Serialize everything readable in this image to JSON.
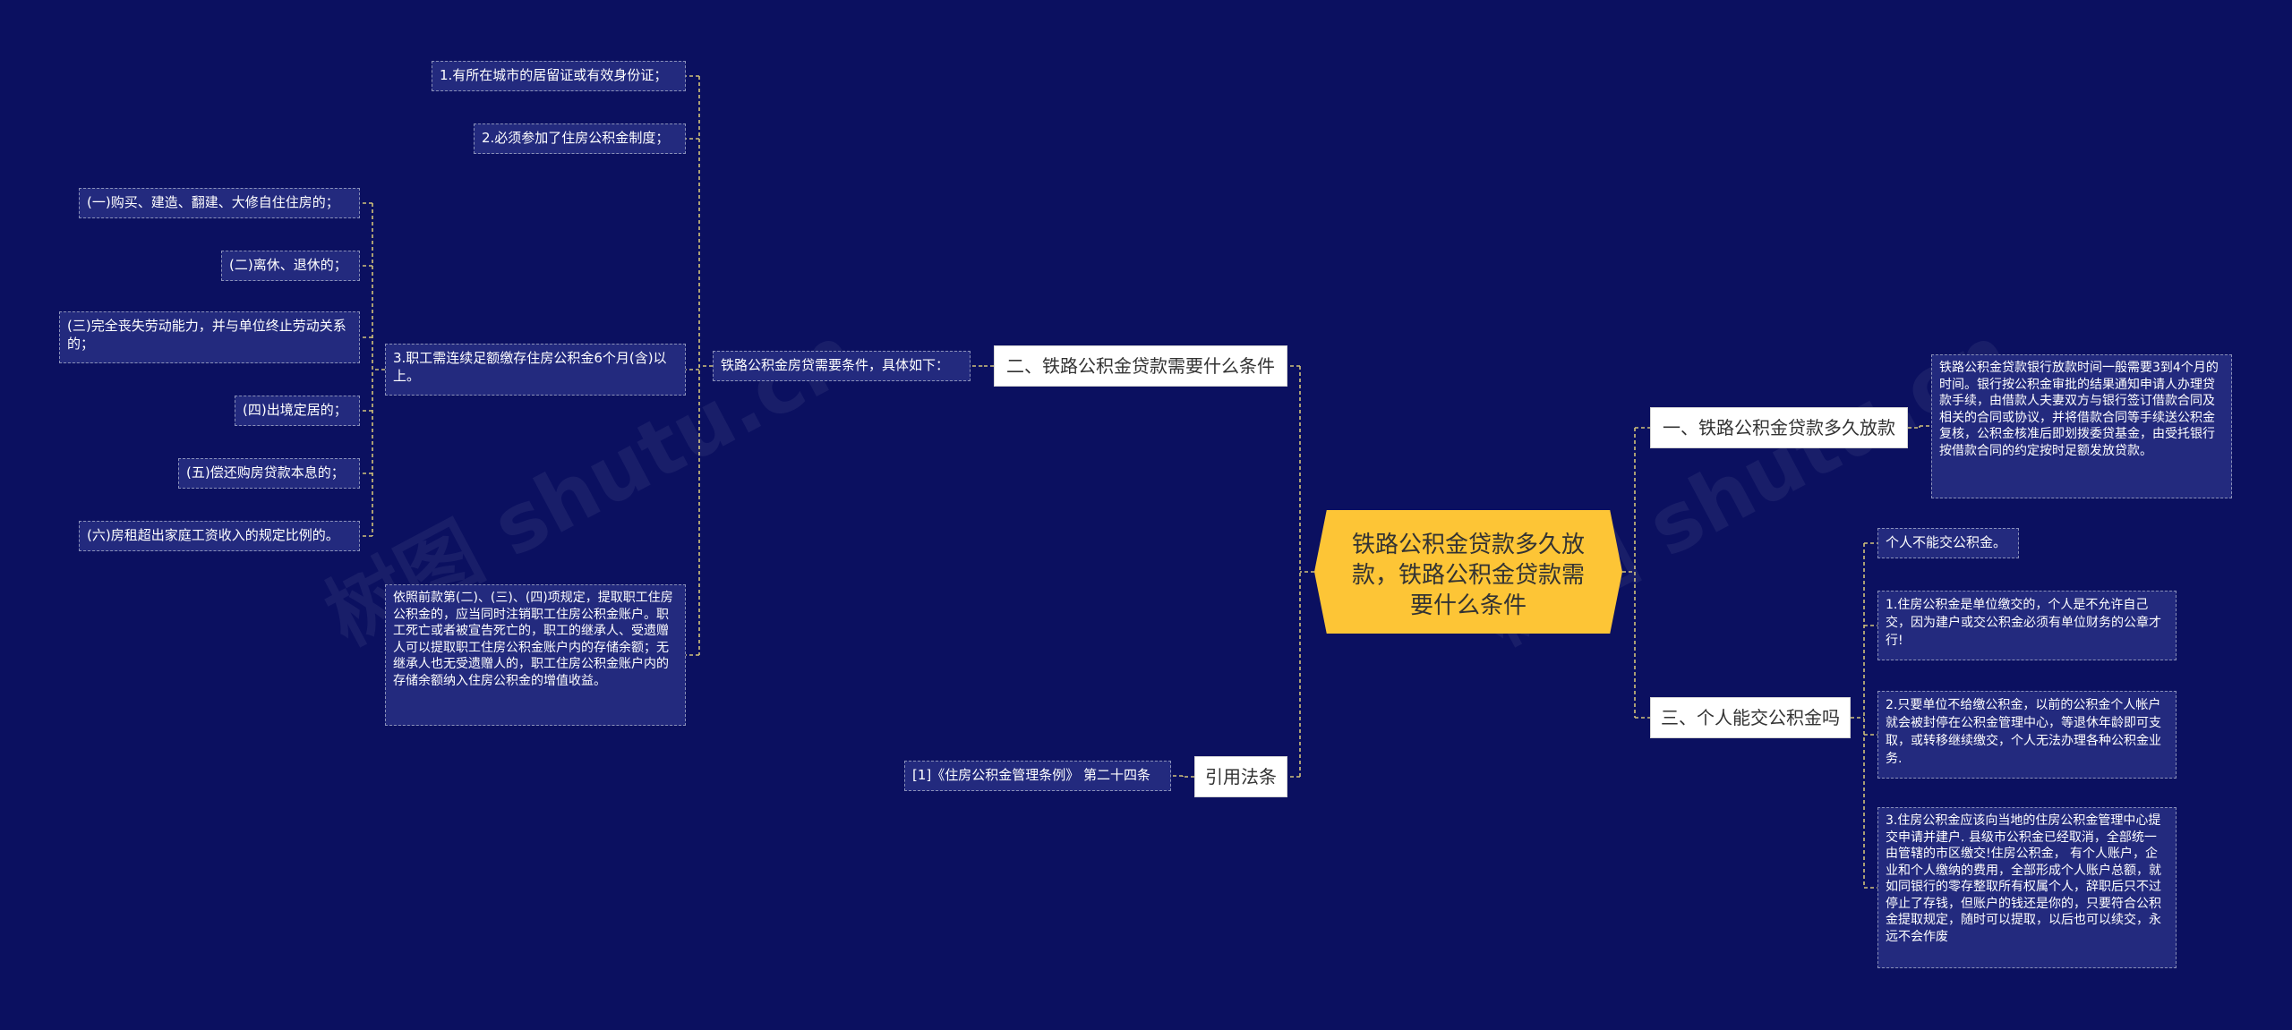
{
  "root": {
    "title": "铁路公积金贷款多久放款，铁路公积金贷款需要什么条件"
  },
  "watermarks": [
    "树图 shutu.cn",
    "树图 shutu.cn"
  ],
  "right": {
    "branch1": {
      "label": "一、铁路公积金贷款多久放款",
      "detail": "铁路公积金贷款银行放款时间一般需要3到4个月的时间。银行按公积金审批的结果通知申请人办理贷款手续，由借款人夫妻双方与银行签订借款合同及相关的合同或协议，并将借款合同等手续送公积金复核，公积金核准后即划拨委贷基金，由受托银行按借款合同的约定按时足额发放贷款。"
    },
    "branch3": {
      "label": "三、个人能交公积金吗",
      "items": [
        "个人不能交公积金。",
        "1.住房公积金是单位缴交的，个人是不允许自己交，因为建户或交公积金必须有单位财务的公章才行!",
        "2.只要单位不给缴公积金，以前的公积金个人帐户就会被封停在公积金管理中心，等退休年龄即可支取，或转移继续缴交，个人无法办理各种公积金业务.",
        "3.住房公积金应该向当地的住房公积金管理中心提交申请并建户. 县级市公积金已经取消，全部统一由管辖的市区缴交!住房公积金， 有个人账户，企业和个人缴纳的费用，全部形成个人账户总额，就如同银行的零存整取所有权属个人，辞职后只不过停止了存钱，但账户的钱还是你的，只要符合公积金提取规定，随时可以提取，以后也可以续交，永远不会作废"
      ]
    }
  },
  "left": {
    "branch2": {
      "label": "二、铁路公积金贷款需要什么条件",
      "sub": "铁路公积金房贷需要条件，具体如下：",
      "conditions": [
        "1.有所在城市的居留证或有效身份证；",
        "2.必须参加了住房公积金制度；",
        "3.职工需连续足额缴存住房公积金6个月(含)以上。",
        "依照前款第(二)、(三)、(四)项规定，提取职工住房公积金的，应当同时注销职工住房公积金账户。职工死亡或者被宣告死亡的，职工的继承人、受遗赠人可以提取职工住房公积金账户内的存储余额；无继承人也无受遗赠人的，职工住房公积金账户内的存储余额纳入住房公积金的增值收益。"
      ],
      "sub_conditions": [
        "(一)购买、建造、翻建、大修自住住房的；",
        "(二)离休、退休的；",
        "(三)完全丧失劳动能力，并与单位终止劳动关系的；",
        "(四)出境定居的；",
        "(五)偿还购房贷款本息的；",
        "(六)房租超出家庭工资收入的规定比例的。"
      ]
    },
    "citation": {
      "label": "引用法条",
      "item": "[1]《住房公积金管理条例》 第二十四条"
    }
  },
  "colors": {
    "background": "#0b1060",
    "root": "#fdc536",
    "leaf": "#232a7e",
    "line": "#d2c27a"
  }
}
